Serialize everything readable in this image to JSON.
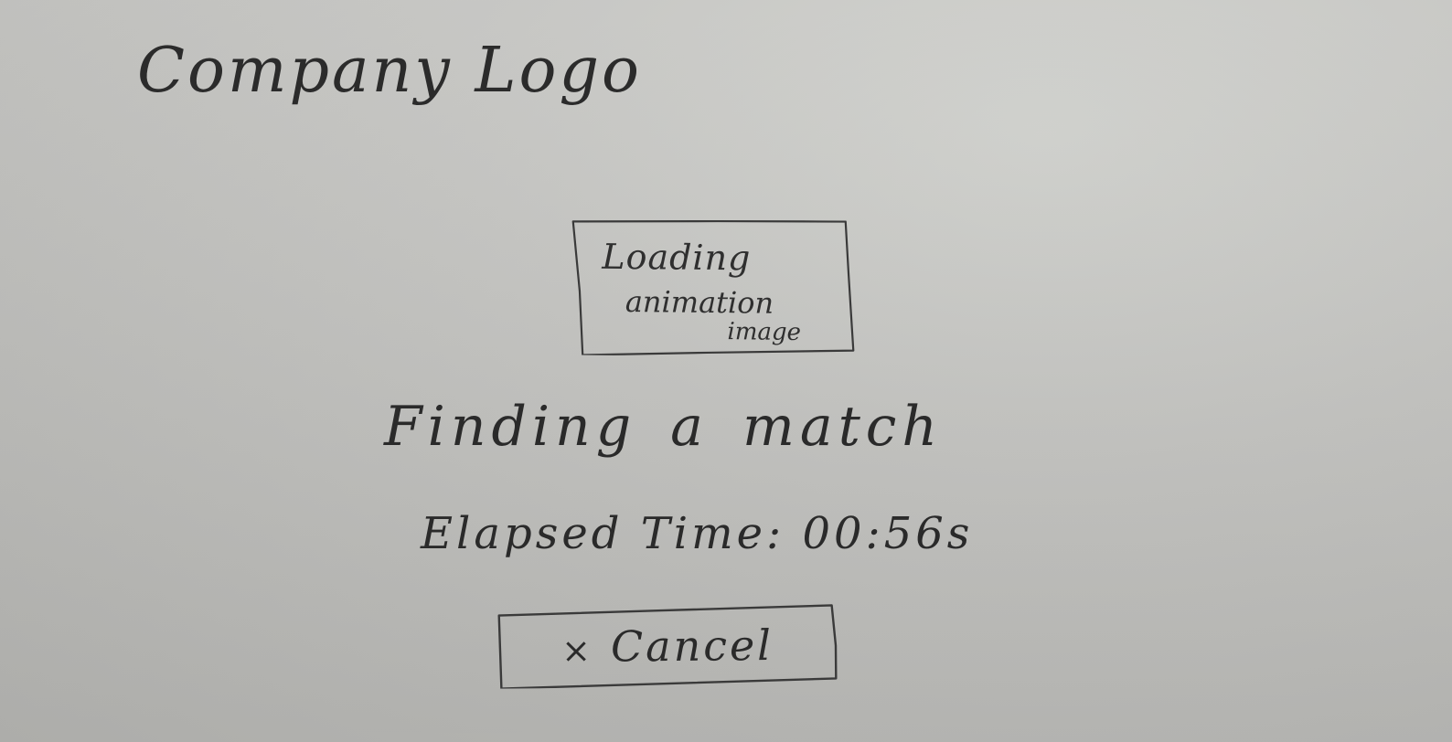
{
  "header": {
    "logo_text": "Company Logo"
  },
  "loading": {
    "image_placeholder_line1": "Loading",
    "image_placeholder_line2": "animation",
    "image_placeholder_line3": "image"
  },
  "status": {
    "message": "Finding a match",
    "elapsed_label": "Elapsed Time: 00:56s"
  },
  "actions": {
    "cancel_icon": "×",
    "cancel_icon_name": "close-icon",
    "cancel_label": "Cancel"
  },
  "colors": {
    "ink": "#2a2a2a",
    "paper": "#c4c4c1"
  }
}
